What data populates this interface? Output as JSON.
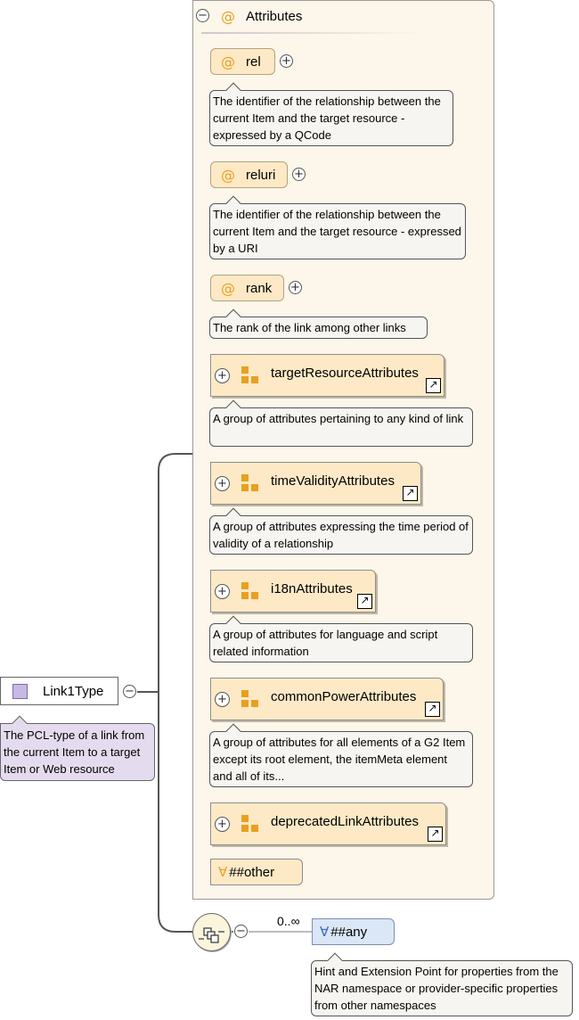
{
  "root": {
    "name": "Link1Type",
    "description": "The PCL-type of a link from the current Item to a target Item or Web resource"
  },
  "attributes_panel": {
    "title": "Attributes",
    "attributes": [
      {
        "name": "rel",
        "description": "The identifier of the relationship between the current Item and the target resource - expressed by a QCode"
      },
      {
        "name": "reluri",
        "description": "The identifier of the relationship between the current Item and the target resource - expressed by a URI"
      },
      {
        "name": "rank",
        "description": "The rank of the link among other links"
      }
    ],
    "groups": [
      {
        "name": "targetResourceAttributes",
        "description": "A group of attributes pertaining to any kind of link"
      },
      {
        "name": "timeValidityAttributes",
        "description": "A group of attributes expressing the time period of validity of a relationship"
      },
      {
        "name": "i18nAttributes",
        "description": "A group of attributes for language and script related information"
      },
      {
        "name": "commonPowerAttributes",
        "description": "A group of attributes for all elements of a G2 Item except its root element, the itemMeta element and all of its..."
      },
      {
        "name": "deprecatedLinkAttributes",
        "description": ""
      }
    ],
    "other": "##other"
  },
  "sequence": {
    "cardinality": "0..∞",
    "any": {
      "label": "##any",
      "description": "Hint and Extension Point for properties from the NAR namespace or provider-specific properties from other namespaces"
    }
  },
  "icons": {
    "collapse": "minus-circle-icon",
    "expand": "plus-circle-icon",
    "attribute": "at-sign-icon",
    "group": "attribute-group-icon",
    "external": "external-link-icon",
    "wildcard": "forall-icon",
    "sequence": "sequence-icon",
    "type": "complex-type-icon"
  }
}
